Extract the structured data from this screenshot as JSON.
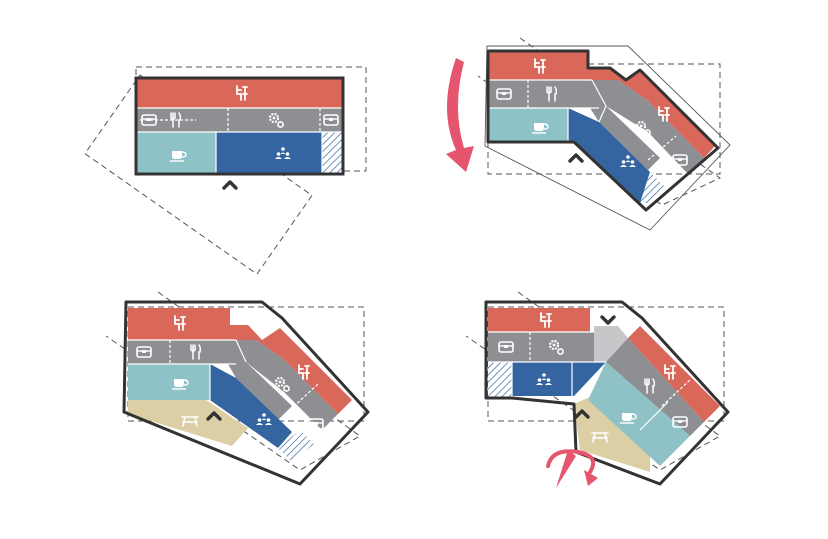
{
  "colors": {
    "kitchen": "#d9675a",
    "service": "#8d8f92",
    "cafe": "#8fc2c7",
    "meeting": "#3465a0",
    "outdoor": "#dccfa6",
    "light_grey": "#c6c7c9",
    "outline": "#333333",
    "dashed": "#555555",
    "arrow": "#e5566e",
    "icon": "#ffffff"
  },
  "icons": {
    "kitchen": "chef-icon",
    "dining": "fork-knife-icon",
    "machinery": "gears-icon",
    "storage": "storage-box-icon",
    "cafe": "coffee-cup-icon",
    "meeting": "people-group-icon",
    "entrance": "entrance-chevron-icon",
    "outdoor": "picnic-table-icon",
    "rotate": "rotate-arrow-icon"
  },
  "steps": [
    {
      "id": "step-1",
      "rotation_deg": 0
    },
    {
      "id": "step-2",
      "rotation_deg": 35
    },
    {
      "id": "step-3",
      "rotation_deg": 35
    },
    {
      "id": "step-4",
      "rotation_deg": 35
    }
  ]
}
